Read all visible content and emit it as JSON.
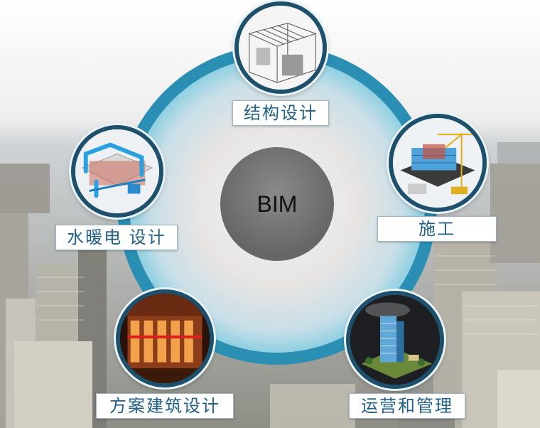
{
  "center": {
    "label": "BIM"
  },
  "nodes": [
    {
      "id": "structure",
      "label": "结构设计",
      "icon": "steel-structure-model"
    },
    {
      "id": "construction",
      "label": "施工",
      "icon": "construction-crane-model"
    },
    {
      "id": "operations",
      "label": "运营和管理",
      "icon": "office-tower-model"
    },
    {
      "id": "architecture",
      "label": "方案建筑设计",
      "icon": "interior-rendering"
    },
    {
      "id": "mep",
      "label": "水暖电 设计",
      "icon": "mep-piping-model"
    }
  ],
  "colors": {
    "outer_ring": "#2b8fb4",
    "inner_disc": "#8fd0e2",
    "center_disc": "#777777",
    "label_text": "#1f5f88",
    "node_border": "#1e4f6b"
  }
}
